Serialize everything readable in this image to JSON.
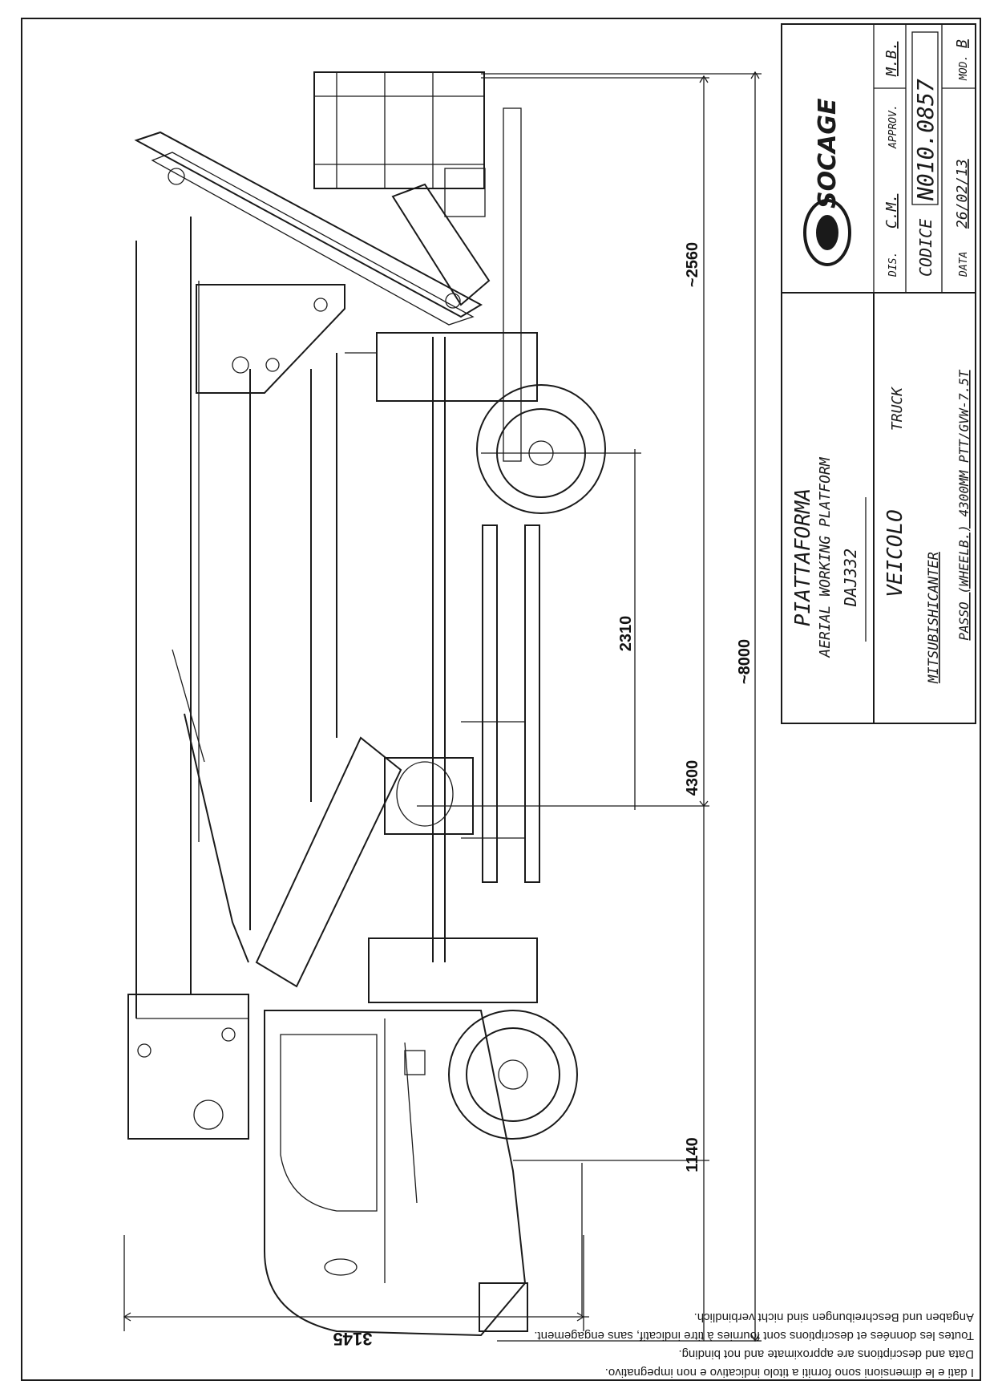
{
  "drawing": {
    "dimensions": {
      "front_overhang": "1140",
      "wheelbase": "4300",
      "rear_axle_to_platform": "2310",
      "rear_overhang": "~2560",
      "overall_length": "~8000",
      "overall_height": "3145"
    }
  },
  "title_block": {
    "logo_text": "SOCAGE",
    "platform_it": "PIATTAFORMA",
    "platform_en": "AERIAL WORKING PLATFORM",
    "model": "DAJ332",
    "vehicle_it": "VEICOLO",
    "vehicle_en": "TRUCK",
    "vehicle_make": "MITSUBISHICANTER",
    "wheelbase_line": "PASSO (WHEELB.) 4300MM PTT/GVW-7.5T",
    "dis_label": "DIS.",
    "dis_value": "C.M.",
    "approv_label": "APPROV.",
    "approv_value": "M.B.",
    "codice_label": "CODICE",
    "codice_value": "N010.0857",
    "data_label": "DATA",
    "data_value": "26/02/13",
    "mod_label": "MOD.",
    "mod_value": "B"
  },
  "disclaimer": {
    "line_it": "I dati e le dimensioni sono forniti a titolo indicativo e non impegnativo.",
    "line_en": "Data and descriptions are approximate and not binding.",
    "line_fr": "Toutes les données et descriptions sont fournies à titre indicatif, sans engagement.",
    "line_de": "Angaben und Beschreibungen sind nicht verbindlich."
  }
}
